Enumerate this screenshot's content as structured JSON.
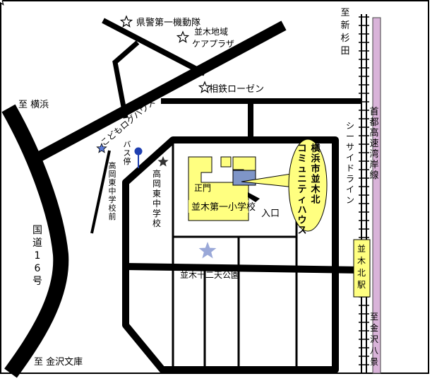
{
  "labels": {
    "to_yokohama": "至 横浜",
    "to_kanazawa_bunko": "至 金沢文庫",
    "to_shinsugita": "至 新杉田",
    "to_kanazawa_hakkei": "至 金沢八景",
    "kokudo16": "国道16号",
    "prefectural_police": "県警第一機動隊",
    "care_plaza": "並木地域ケアプラザ",
    "sotetsu_rosen": "相鉄ローゼン",
    "kodomo_log_house": "こどもログハウス",
    "bus_stop": "バス停",
    "takaoka_jhs_mae": "高岡東中学校前",
    "takaoka_jhs": "高岡東中学校",
    "seimon": "正門",
    "namiki_daiichi_es": "並木第一小学校",
    "iriguchi": "入口",
    "community_house": "横浜市並木北コミュニティハウス",
    "namiki_12ten_park": "並木十二天公園",
    "seaside_line": "シーサイドライン",
    "namiki_kita_station": "並木北駅",
    "shuto_expressway": "首都高速湾岸線"
  },
  "colors": {
    "road": "#000000",
    "expressway": "#d9b3d9",
    "school": "#ffff80",
    "community_house_marker": "#7f95c8",
    "station_box": "#ffff80",
    "landmark_star": "#9aa8d8",
    "bus_stop": "#1f3fb0"
  },
  "icons": {
    "landmark": "star-outline-icon",
    "target_park": "star-filled-icon",
    "bus_stop": "bus-stop-pin-icon"
  }
}
